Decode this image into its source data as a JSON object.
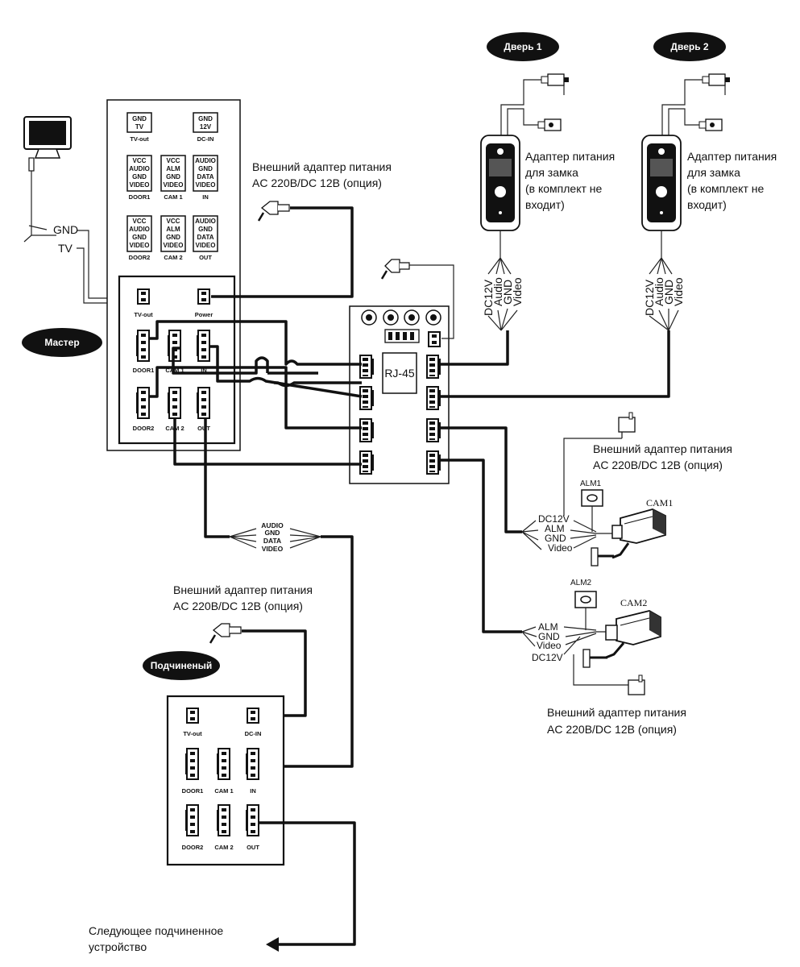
{
  "badges": {
    "master": "Мастер",
    "slave": "Подчиненый",
    "door1": "Дверь 1",
    "door2": "Дверь 2"
  },
  "adapter": {
    "line1": "Внешний адаптер питания",
    "line2": "AC 220B/DC 12B (опция)"
  },
  "lock_adapter": [
    "Адаптер питания",
    "для замка",
    "(в комплект не",
    "входит)"
  ],
  "tv_wires": {
    "gnd": "GND",
    "tv": "TV"
  },
  "master_top": {
    "tv_out": {
      "pins": [
        "GND",
        "TV"
      ],
      "label": "TV-out"
    },
    "dc_in": {
      "pins": [
        "GND",
        "12V"
      ],
      "label": "DC-IN"
    },
    "door1": {
      "pins": [
        "VCC",
        "AUDIO",
        "GND",
        "VIDEO"
      ],
      "label": "DOOR1"
    },
    "cam1": {
      "pins": [
        "VCC",
        "ALM",
        "GND",
        "VIDEO"
      ],
      "label": "CAM 1"
    },
    "in": {
      "pins": [
        "AUDIO",
        "GND",
        "DATA",
        "VIDEO"
      ],
      "label": "IN"
    },
    "door2": {
      "pins": [
        "VCC",
        "AUDIO",
        "GND",
        "VIDEO"
      ],
      "label": "DOOR2"
    },
    "cam2": {
      "pins": [
        "VCC",
        "ALM",
        "GND",
        "VIDEO"
      ],
      "label": "CAM 2"
    },
    "out": {
      "pins": [
        "AUDIO",
        "GND",
        "DATA",
        "VIDEO"
      ],
      "label": "OUT"
    }
  },
  "master_ports": {
    "tv_out": "TV-out",
    "power": "Power",
    "door1": "DOOR1",
    "cam1": "CAM 1",
    "in": "IN",
    "door2": "DOOR2",
    "cam2": "CAM 2",
    "out": "OUT"
  },
  "slave_ports": {
    "tv_out": "TV-out",
    "dc_in": "DC-IN",
    "door1": "DOOR1",
    "cam1": "CAM 1",
    "in": "IN",
    "door2": "DOOR2",
    "cam2": "CAM 2",
    "out": "OUT"
  },
  "rj45": "RJ-45",
  "door_wires": [
    "DC12V",
    "Audio",
    "GND",
    "Video"
  ],
  "bus_wires": [
    "AUDIO",
    "GND",
    "DATA",
    "VIDEO"
  ],
  "cam1": {
    "name": "CAM1",
    "alarm": "ALM1",
    "wires": [
      "DC12V",
      "ALM",
      "GND",
      "Video"
    ]
  },
  "cam2": {
    "name": "CAM2",
    "alarm": "ALM2",
    "wires": [
      "ALM",
      "GND",
      "Video",
      "DC12V"
    ]
  },
  "next_slave": [
    "Следующее подчиненное",
    "устройство"
  ]
}
